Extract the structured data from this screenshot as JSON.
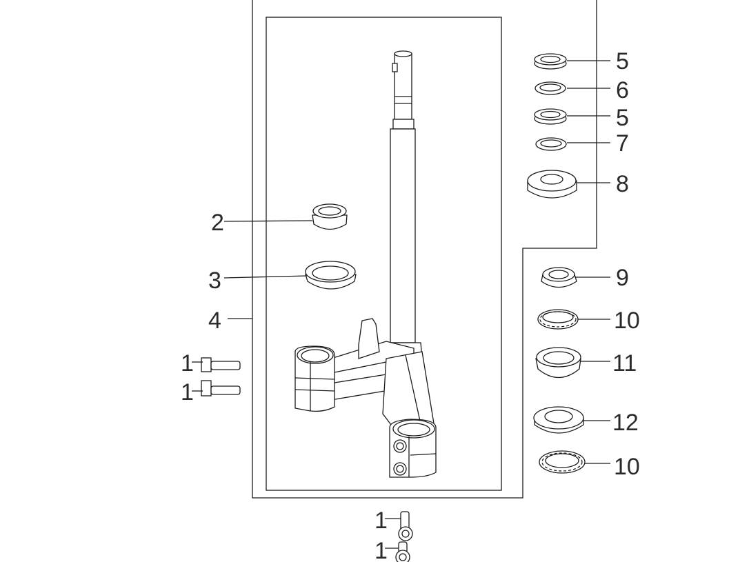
{
  "diagram": {
    "type": "exploded-parts-diagram",
    "callouts": [
      {
        "id": "c5a",
        "text": "5"
      },
      {
        "id": "c6",
        "text": "6"
      },
      {
        "id": "c5b",
        "text": "5"
      },
      {
        "id": "c7",
        "text": "7"
      },
      {
        "id": "c8",
        "text": "8"
      },
      {
        "id": "c2",
        "text": "2"
      },
      {
        "id": "c3",
        "text": "3"
      },
      {
        "id": "c4",
        "text": "4"
      },
      {
        "id": "c1a",
        "text": "1"
      },
      {
        "id": "c1b",
        "text": "1"
      },
      {
        "id": "c9",
        "text": "9"
      },
      {
        "id": "c10a",
        "text": "10"
      },
      {
        "id": "c11",
        "text": "11"
      },
      {
        "id": "c12",
        "text": "12"
      },
      {
        "id": "c10b",
        "text": "10"
      },
      {
        "id": "c1c",
        "text": "1"
      },
      {
        "id": "c1d",
        "text": "1"
      }
    ],
    "line_color": "#1a1a1a"
  }
}
